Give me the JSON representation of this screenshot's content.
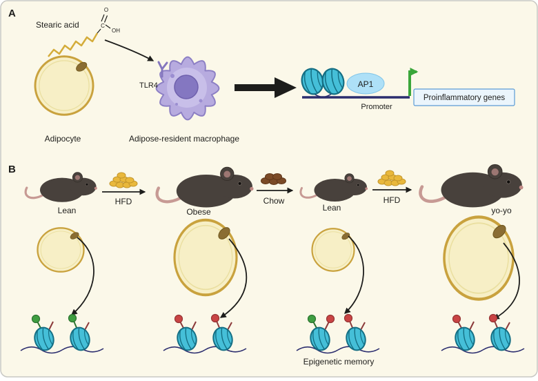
{
  "panelA": {
    "label": "A",
    "stearic_acid_label": "Stearic acid",
    "chem": {
      "o": "O",
      "c": "C",
      "oh": "OH"
    },
    "tlr4_label": "TLR4",
    "adipocyte_label": "Adipocyte",
    "macrophage_label": "Adipose-resident macrophage",
    "ap1_label": "AP1",
    "promoter_label": "Promoter",
    "genes_label": "Proinflammatory genes"
  },
  "panelB": {
    "label": "B",
    "states": [
      "Lean",
      "Obese",
      "Lean",
      "yo-yo"
    ],
    "transitions": [
      "HFD",
      "Chow",
      "HFD"
    ],
    "memory_label": "Epigenetic memory"
  },
  "colors": {
    "background": "#FBF8E9",
    "border": "#C8C8C4",
    "adipocyte_fill": "#F7EFC6",
    "adipocyte_stroke": "#C9A23E",
    "adipocyte_nucleus": "#8A6D33",
    "macrophage_fill": "#B7ABDF",
    "macrophage_stroke": "#8C7FC4",
    "macrophage_nucleus": "#8477C1",
    "nucleosome_fill": "#45BFD8",
    "nucleosome_stroke": "#156F84",
    "dna": "#2B2D6E",
    "ap1_fill": "#AEE0F7",
    "genes_text": "#1B6BC0",
    "genes_box_border": "#5B9BD5",
    "green_arrow": "#3AA63A",
    "hfd_pellet": "#E9B83C",
    "chow_pellet": "#7B4A26",
    "mark_green": "#3F9E41",
    "mark_red": "#C94444",
    "mouse_body": "#48413C",
    "mouse_tail": "#C79A94",
    "stearic_chain": "#D4AC3A"
  }
}
